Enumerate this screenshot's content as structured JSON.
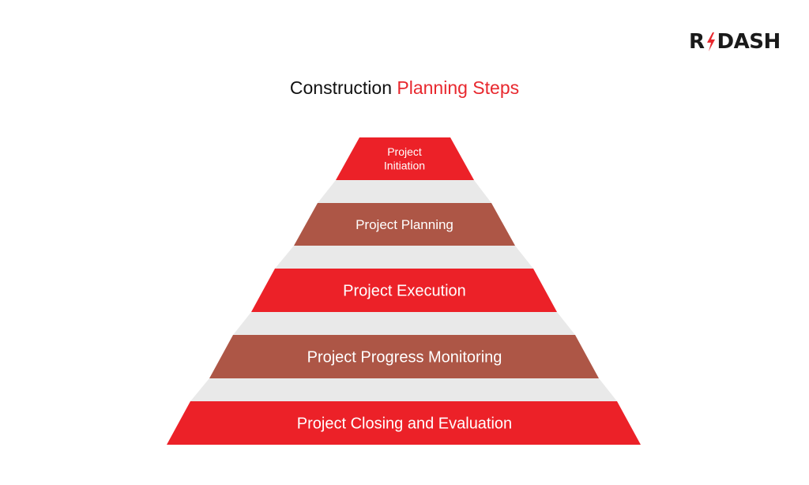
{
  "logo": {
    "text_left": "R",
    "text_right": "DASH"
  },
  "title": {
    "prefix": "Construction",
    "accent": "Planning Steps"
  },
  "colors": {
    "red": "#ec2128",
    "brown": "#ad5646",
    "shadow": "#e9e9e9",
    "accent_text": "#e8282e"
  },
  "steps": [
    {
      "lines": [
        "Project",
        "Initiation"
      ]
    },
    {
      "lines": [
        "Project Planning"
      ]
    },
    {
      "lines": [
        "Project Execution"
      ]
    },
    {
      "lines": [
        "Project Progress Monitoring"
      ]
    },
    {
      "lines": [
        "Project Closing and Evaluation"
      ]
    }
  ]
}
